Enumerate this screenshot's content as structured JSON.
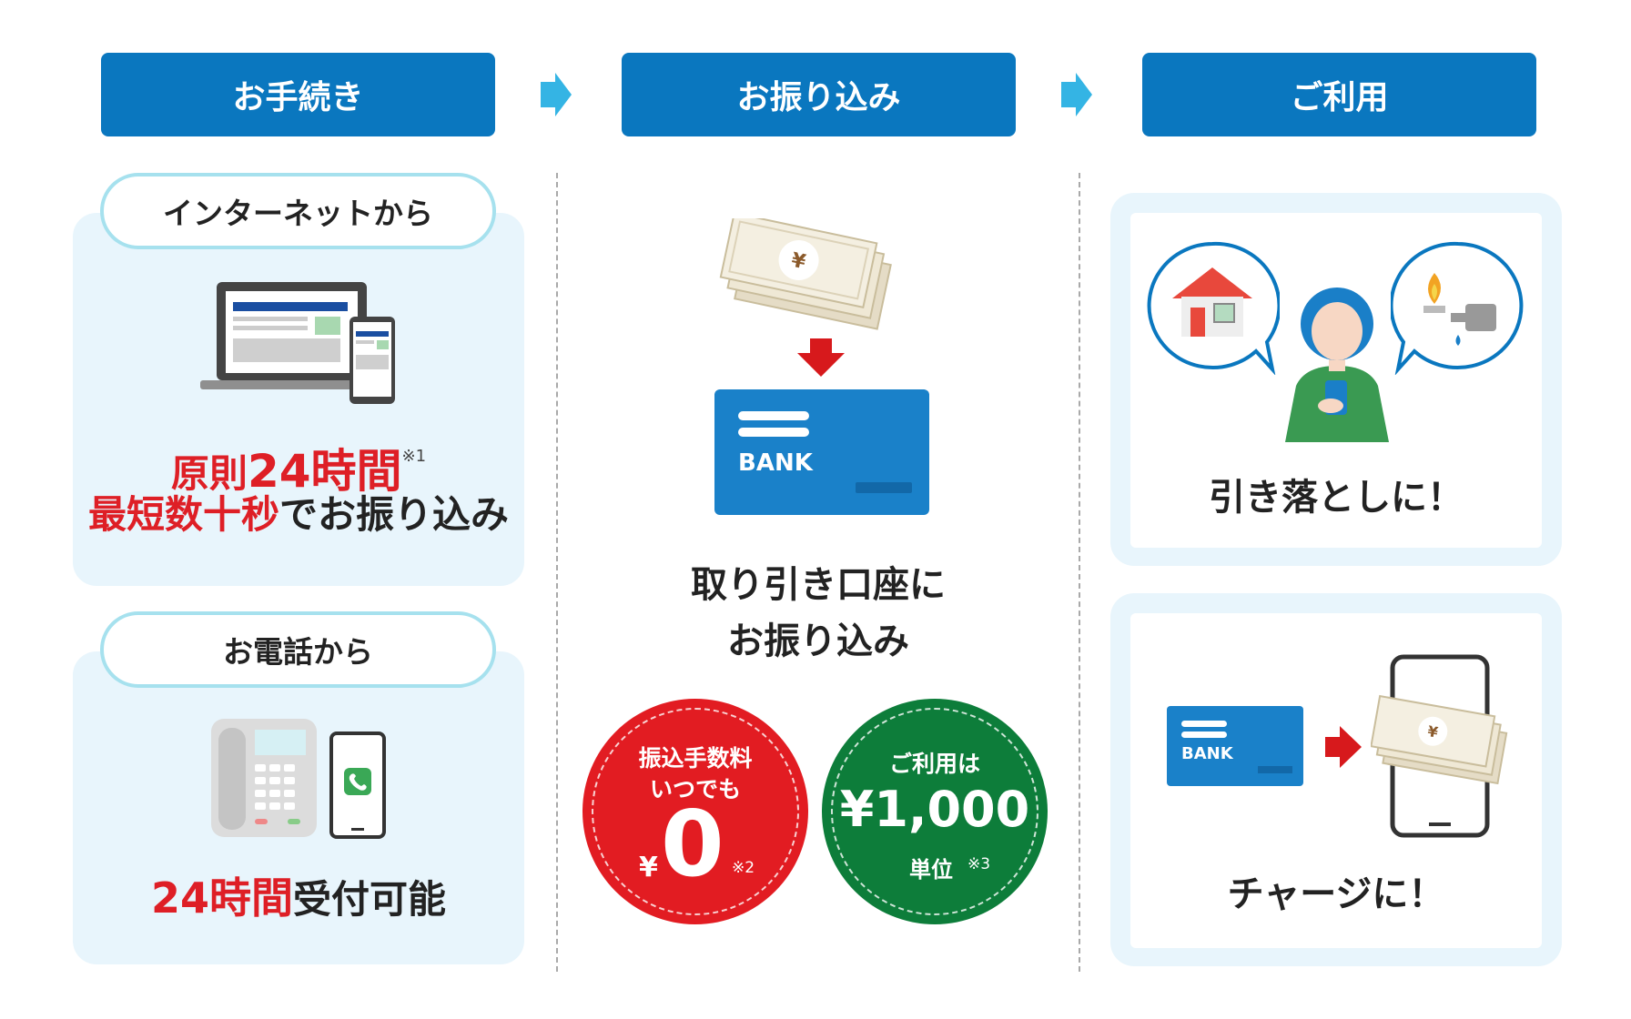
{
  "steps": {
    "procedure": "お手続き",
    "transfer": "お振り込み",
    "use": "ご利用"
  },
  "internet": {
    "pill": "インターネットから",
    "line1_red1": "原則",
    "line1_red2": "24時間",
    "line1_note": "※1",
    "line2_red": "最短数十秒",
    "line2_black": "でお振り込み"
  },
  "phone": {
    "pill": "お電話から",
    "red": "24時間",
    "black": "受付可能"
  },
  "transfer": {
    "yen_mark": "¥",
    "bank_label": "BANK",
    "text_line1": "取り引き口座に",
    "text_line2": "お振り込み",
    "fee_badge": {
      "line1": "振込手数料",
      "line2": "いつでも",
      "yen": "¥",
      "amount": "0",
      "note": "※2",
      "color": "#e21c22"
    },
    "unit_badge": {
      "line1": "ご利用は",
      "amount": "¥1,000",
      "unit": "単位",
      "note": "※3",
      "color": "#0d7d3a"
    }
  },
  "usage": {
    "debit_text": "引き落としに！",
    "charge_text": "チャージに！",
    "bank_label": "BANK",
    "yen_mark": "¥"
  },
  "colors": {
    "header_blue": "#0a77bf",
    "arrow_blue": "#34b4e4",
    "accent_red": "#de1f26",
    "panel_blue": "#e8f5fc"
  }
}
